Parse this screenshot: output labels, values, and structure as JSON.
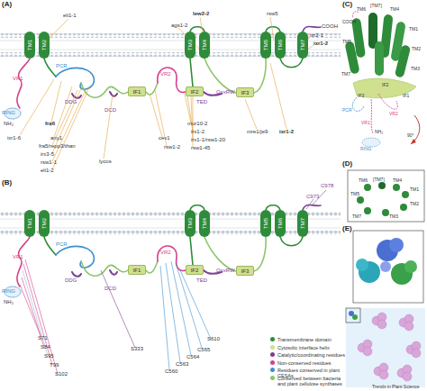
{
  "diagram": {
    "nodes": [
      {
        "text": [
          "TM1"
        ]
      },
      {
        "text": [
          "TM2"
        ]
      },
      {
        "text": [
          "TM3"
        ]
      },
      {
        "text": [
          "TM4"
        ]
      },
      {
        "text": [
          "TM5"
        ]
      },
      {
        "text": [
          "TM6"
        ]
      },
      {
        "text": [
          "TM7"
        ]
      },
      {
        "text": [
          "IF1"
        ]
      },
      {
        "text": [
          "IF2"
        ]
      },
      {
        "text": [
          "IF3"
        ]
      },
      {
        "text": [
          "TM1"
        ]
      },
      {
        "text": [
          "TM2"
        ]
      },
      {
        "text": [
          "TM3"
        ]
      },
      {
        "text": [
          "TM4"
        ]
      },
      {
        "text": [
          "TM5"
        ]
      },
      {
        "text": [
          "TM6"
        ]
      },
      {
        "text": [
          "TM7"
        ]
      },
      {
        "text": [
          "IF1"
        ]
      },
      {
        "text": [
          "IF2"
        ]
      },
      {
        "text": [
          "IF3"
        ]
      }
    ],
    "labels": [
      "(A)",
      "VR1",
      "PCR",
      "VR2",
      "DDG",
      "DCD",
      "TED",
      "QxxRW",
      "RING",
      "NH₂",
      "COOH",
      "eli1-1",
      "lew2-2",
      "rsw5",
      "ags1-2",
      "ixr2-1",
      "ixr1-2",
      "fra6",
      "ixr1-6",
      "any1",
      "fra5/repp3/than",
      "irx3-5",
      "rsw1-1",
      "eli1-2",
      "lycos",
      "cev1",
      "rsw1-2",
      "mur10-2",
      "irx1-2",
      "irx1-1/rsw1-20",
      "rsw1-45",
      "mre1/je9",
      "ixr1-2",
      "(B)",
      "VR1",
      "PCR",
      "VR2",
      "DDG",
      "DCD",
      "TED",
      "QxxRW",
      "RING",
      "NH₂",
      "C978",
      "C973",
      "S71",
      "S84",
      "S95",
      "T99",
      "S102",
      "S333",
      "C560",
      "C563",
      "C564",
      "C565",
      "S610",
      "(C)",
      "TM6",
      "[TM7]",
      "TM4",
      "TM5",
      "TM1",
      "TM2",
      "TM3",
      "TM7",
      "COOH",
      "IF2",
      "IF1",
      "IF3",
      "PCR",
      "VR2",
      "VR1",
      "NH₂",
      "RING",
      "90°",
      "(D)",
      "TM6",
      "[TM7]",
      "TM4",
      "TM1",
      "TM5",
      "TM2",
      "TM7",
      "TM3",
      "(E)",
      "Trends in Plant Science"
    ],
    "legend": [
      {
        "text": "Transmembrane domain",
        "color": "#2e8b3a"
      },
      {
        "text": "Cytosolic interface helix",
        "color": "#cfe08f"
      },
      {
        "text": "Catalytic/coordinating residues",
        "color": "#7b3f98"
      },
      {
        "text": "Non-conserved residues",
        "color": "#d6408a"
      },
      {
        "text": "Residues conserved in plant CESAs",
        "color": "#3b8fcf"
      },
      {
        "text": "Conserved between bacteria and plant cellulose synthases",
        "color": "#8cc56b"
      }
    ]
  }
}
